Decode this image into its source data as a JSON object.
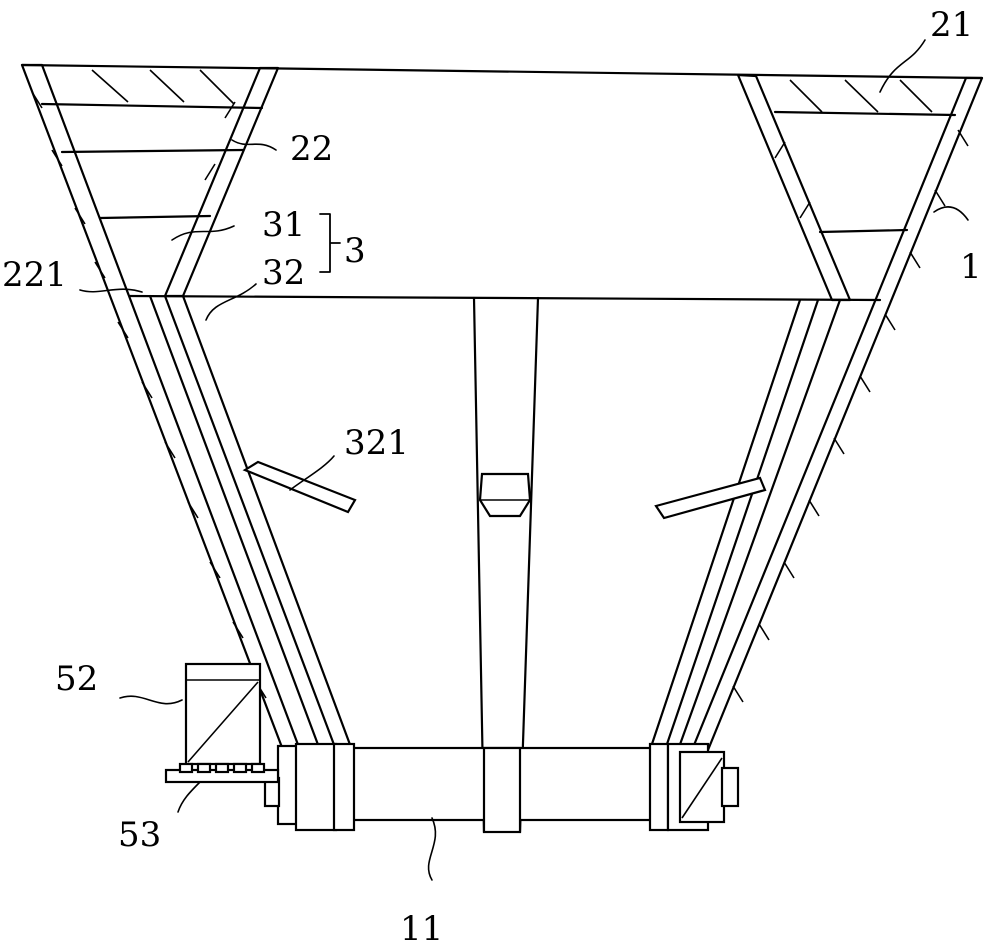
{
  "labels": {
    "l21": "21",
    "l22": "22",
    "l31": "31",
    "l32": "32",
    "l3": "3",
    "l221": "221",
    "l1": "1",
    "l321": "321",
    "l52": "52",
    "l53": "53",
    "l11": "11"
  }
}
